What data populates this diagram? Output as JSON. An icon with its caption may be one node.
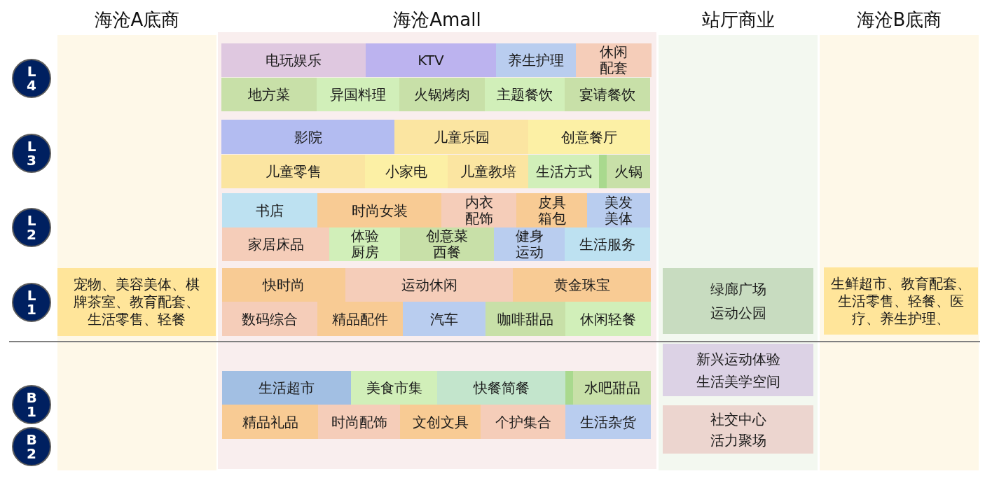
{
  "diagram": {
    "nodes": [
      {
        "text": [
          "海沧A底商"
        ]
      },
      {
        "text": [
          "海沧Amall"
        ]
      },
      {
        "text": [
          "站厅商业"
        ]
      },
      {
        "text": [
          "海沧B底商"
        ]
      },
      {
        "text": [
          "L4"
        ]
      },
      {
        "text": [
          "电玩娱乐"
        ],
        "in": 1
      },
      {
        "text": [
          "KTV"
        ],
        "in": 1
      },
      {
        "text": [
          "养生护理"
        ],
        "in": 1
      },
      {
        "text": [
          "休闲配套"
        ],
        "in": 1
      },
      {
        "text": [
          "地方菜"
        ],
        "in": 1
      },
      {
        "text": [
          "异国料理"
        ],
        "in": 1
      },
      {
        "text": [
          "火锅烤肉"
        ],
        "in": 1
      },
      {
        "text": [
          "主题餐饮"
        ],
        "in": 1
      },
      {
        "text": [
          "宴请餐饮"
        ],
        "in": 1
      },
      {
        "text": [
          "L3"
        ]
      },
      {
        "text": [
          "影院"
        ],
        "in": 1
      },
      {
        "text": [
          "儿童乐园"
        ],
        "in": 1
      },
      {
        "text": [
          "创意餐厅"
        ],
        "in": 1
      },
      {
        "text": [
          "儿童零售"
        ],
        "in": 1
      },
      {
        "text": [
          "小家电"
        ],
        "in": 1
      },
      {
        "text": [
          "儿童教培"
        ],
        "in": 1
      },
      {
        "text": [
          "生活方式"
        ],
        "in": 1
      },
      {
        "text": [
          "火锅"
        ],
        "in": 1
      },
      {
        "text": [
          "L2"
        ]
      },
      {
        "text": [
          "书店"
        ],
        "in": 1
      },
      {
        "text": [
          "时尚女装"
        ],
        "in": 1
      },
      {
        "text": [
          "内衣配饰"
        ],
        "in": 1
      },
      {
        "text": [
          "皮具箱包"
        ],
        "in": 1
      },
      {
        "text": [
          "美发美体"
        ],
        "in": 1
      },
      {
        "text": [
          "家居床品"
        ],
        "in": 1
      },
      {
        "text": [
          "体验厨房"
        ],
        "in": 1
      },
      {
        "text": [
          "创意菜西餐"
        ],
        "in": 1
      },
      {
        "text": [
          "健身运动"
        ],
        "in": 1
      },
      {
        "text": [
          "生活服务"
        ],
        "in": 1
      },
      {
        "text": [
          "L1"
        ]
      },
      {
        "text": [
          "宠物、美容美体、棋牌茶室、教育配套、生活零售、轻餐"
        ],
        "in": 0
      },
      {
        "text": [
          "快时尚"
        ],
        "in": 1
      },
      {
        "text": [
          "运动休闲"
        ],
        "in": 1
      },
      {
        "text": [
          "黄金珠宝"
        ],
        "in": 1
      },
      {
        "text": [
          "数码综合"
        ],
        "in": 1
      },
      {
        "text": [
          "精品配件"
        ],
        "in": 1
      },
      {
        "text": [
          "汽车"
        ],
        "in": 1
      },
      {
        "text": [
          "咖啡甜品"
        ],
        "in": 1
      },
      {
        "text": [
          "休闲轻餐"
        ],
        "in": 1
      },
      {
        "text": [
          "绿廊广场",
          "运动公园"
        ],
        "in": 2
      },
      {
        "text": [
          "生鲜超市、教育配套、生活零售、轻餐、医疗、养生护理、"
        ],
        "in": 3
      },
      {
        "text": [
          "B1"
        ]
      },
      {
        "text": [
          "B2"
        ]
      },
      {
        "text": [
          "生活超市"
        ],
        "in": 1
      },
      {
        "text": [
          "美食市集"
        ],
        "in": 1
      },
      {
        "text": [
          "快餐简餐"
        ],
        "in": 1
      },
      {
        "text": [
          "水吧甜品"
        ],
        "in": 1
      },
      {
        "text": [
          "精品礼品"
        ],
        "in": 1
      },
      {
        "text": [
          "时尚配饰"
        ],
        "in": 1
      },
      {
        "text": [
          "文创文具"
        ],
        "in": 1
      },
      {
        "text": [
          "个护集合"
        ],
        "in": 1
      },
      {
        "text": [
          "生活杂货"
        ],
        "in": 1
      },
      {
        "text": [
          "新兴运动体验",
          "生活美学空间"
        ],
        "in": 2
      },
      {
        "text": [
          "社交中心",
          "活力聚场"
        ],
        "in": 2
      }
    ]
  }
}
